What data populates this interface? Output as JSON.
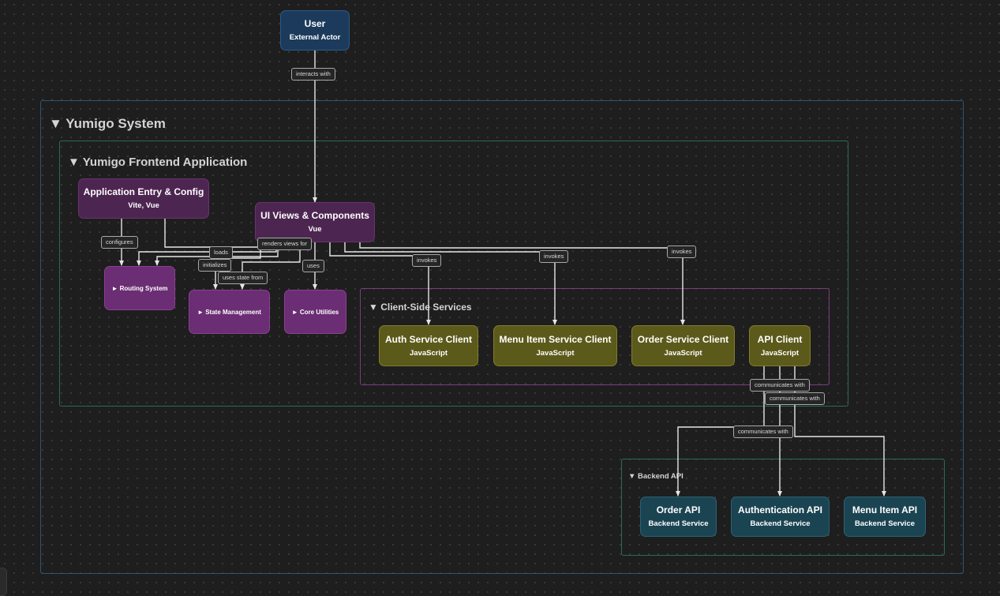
{
  "nodes": {
    "user": {
      "title": "User",
      "subtitle": "External Actor"
    },
    "app_entry": {
      "title": "Application Entry & Config",
      "subtitle": "Vite, Vue"
    },
    "ui_views": {
      "title": "UI Views & Components",
      "subtitle": "Vue"
    },
    "routing": {
      "title": "► Routing System"
    },
    "state": {
      "title": "► State Management"
    },
    "core": {
      "title": "► Core Utilities"
    },
    "auth_client": {
      "title": "Auth Service Client",
      "subtitle": "JavaScript"
    },
    "menu_client": {
      "title": "Menu Item Service Client",
      "subtitle": "JavaScript"
    },
    "order_client": {
      "title": "Order Service Client",
      "subtitle": "JavaScript"
    },
    "api_client": {
      "title": "API Client",
      "subtitle": "JavaScript"
    },
    "order_api": {
      "title": "Order API",
      "subtitle": "Backend Service"
    },
    "auth_api": {
      "title": "Authentication API",
      "subtitle": "Backend Service"
    },
    "menu_api": {
      "title": "Menu Item API",
      "subtitle": "Backend Service"
    }
  },
  "groups": {
    "system": "▼ Yumigo System",
    "frontend": "▼ Yumigo Frontend Application",
    "client_services": "▼ Client-Side Services",
    "backend": "▼ Backend API"
  },
  "edges": {
    "interacts_with": "interacts with",
    "configures": "configures",
    "loads": "loads",
    "renders_views_for": "renders views for",
    "initializes": "initializes",
    "uses_state_from": "uses state from",
    "uses": "uses",
    "invokes_auth": "invokes",
    "invokes_menu": "invokes",
    "invokes_order": "invokes",
    "communicates_with_1": "communicates with",
    "communicates_with_2": "communicates with",
    "communicates_with_3": "communicates with"
  },
  "colors": {
    "background": "#1e1e1e",
    "user": "#1c3b5c",
    "app_node": "#4c2650",
    "module_node": "#6b2d73",
    "client_node": "#5c5a1a",
    "backend_node": "#1b4452",
    "system_border": "#2f5675",
    "frontend_border": "#2c6a55",
    "client_services_border": "#7a3d7d",
    "backend_border": "#2c6a55"
  }
}
